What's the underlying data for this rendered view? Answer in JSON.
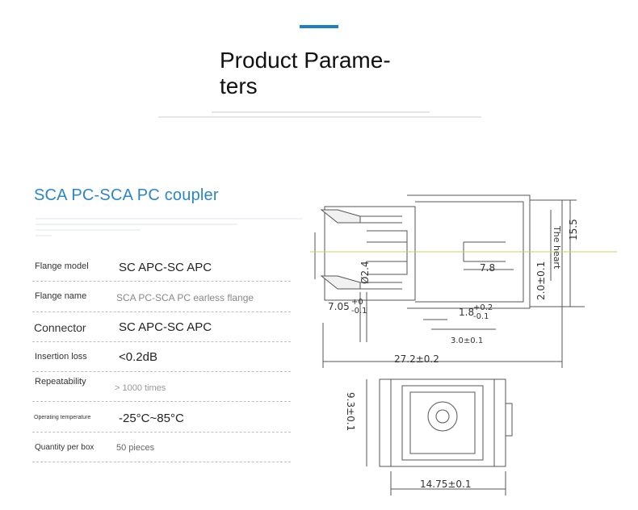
{
  "header": {
    "title_line1": "Product Parame-",
    "title_line2": "ters"
  },
  "product": {
    "title": "SCA PC-SCA PC coupler"
  },
  "params": [
    {
      "label": "Flange model",
      "value": "SC APC-SC APC"
    },
    {
      "label": "Flange name",
      "value": "SCA PC-SCA PC earless flange"
    },
    {
      "label": "Connector",
      "value": "SC APC-SC APC"
    },
    {
      "label": "Insertion loss",
      "value": "<0.2dB"
    },
    {
      "label": "Repeatability",
      "value": "> 1000 times"
    },
    {
      "label": "Operating temperature",
      "value": "-25°C~85°C"
    },
    {
      "label": "Quantity per box",
      "value": "50 pieces"
    }
  ],
  "drawing": {
    "dims": {
      "d1": "Ø2.4",
      "d2": "7.8",
      "d3": "7.05",
      "d3_up": "+0",
      "d3_lo": "-0.1",
      "d4": "1.8",
      "d4_up": "+0.2",
      "d4_lo": "-0.1",
      "d5": "3.0±0.1",
      "d6": "27.2±0.2",
      "d7": "The heart",
      "d8": "15.5",
      "d9": "2.0±0.1",
      "d10": "9.3±0.1",
      "d11": "14.75±0.1"
    }
  },
  "colors": {
    "accent": "#1f7fc4",
    "title_blue": "#2b86c8"
  }
}
